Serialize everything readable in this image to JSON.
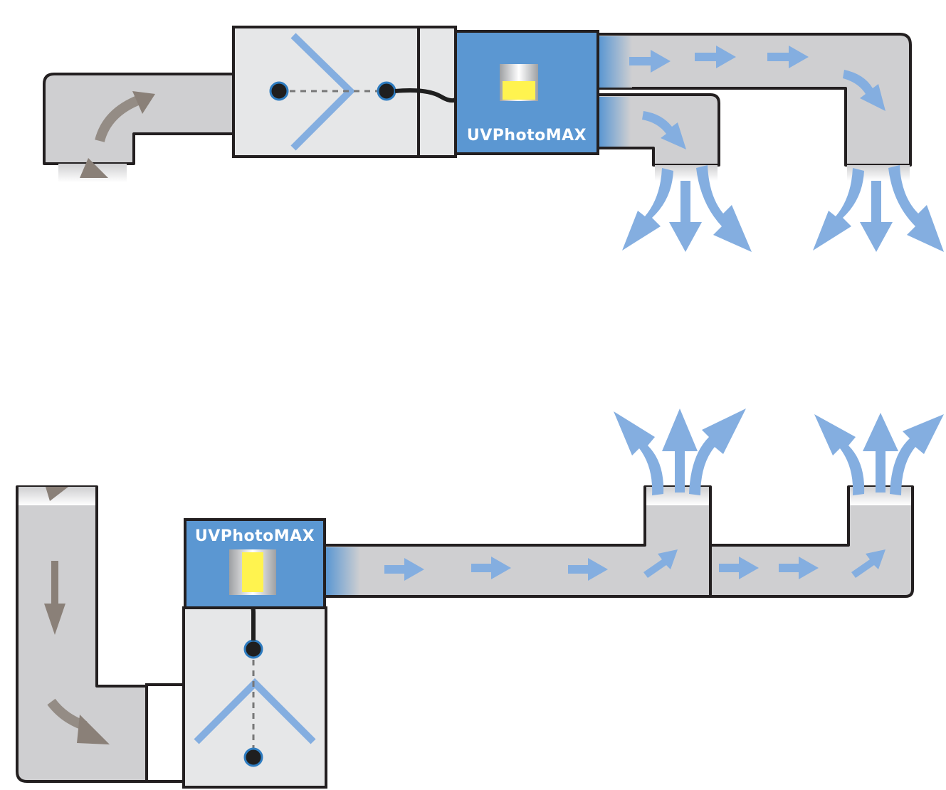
{
  "brand": {
    "name": "UVPhotoMAX"
  },
  "colors": {
    "duct": "#cfcfd1",
    "unit": "#e6e7e8",
    "outline": "#231f20",
    "uv_box": "#5b97d2",
    "uv_lamp": "#fff34f",
    "airflow": "#84aee0",
    "return_air": "#8a8078",
    "sensor": "#1f1f1f",
    "sensor_ring": "#2e7cc0"
  },
  "icons": [
    "airflow-arrow-icon",
    "return-air-arrow-icon",
    "uv-lamp-icon",
    "sensor-node-icon",
    "coil-chevron-icon"
  ],
  "systems": [
    {
      "id": "top",
      "orientation": "horizontal",
      "supply_outlets": 2,
      "flow": "downward"
    },
    {
      "id": "bottom",
      "orientation": "vertical",
      "supply_outlets": 2,
      "flow": "upward"
    }
  ]
}
